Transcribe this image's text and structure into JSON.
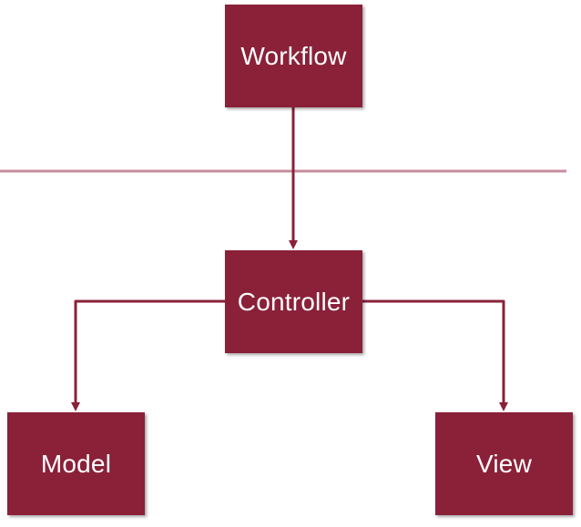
{
  "diagram": {
    "nodes": {
      "workflow": "Workflow",
      "controller": "Controller",
      "model": "Model",
      "view": "View"
    },
    "colors": {
      "box": "#8a2138",
      "arrow": "#8a2138",
      "divider": "#c78c9c",
      "text": "#ffffff"
    }
  }
}
